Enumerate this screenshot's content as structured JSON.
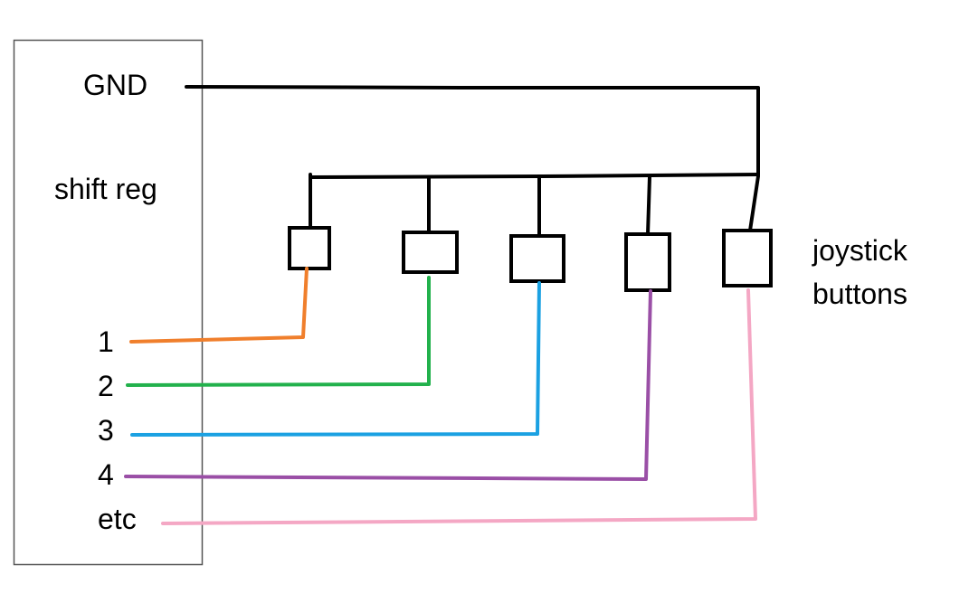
{
  "shift_register": {
    "gnd_label": "GND",
    "title": "shift reg",
    "pins": [
      "1",
      "2",
      "3",
      "4",
      "etc"
    ]
  },
  "joystick": {
    "label_line1": "joystick",
    "label_line2": "buttons",
    "button_count": 5
  },
  "colors": {
    "outline": "#555555",
    "ground_wire": "#000000",
    "pin_wires": [
      "#f07f2c",
      "#22b14c",
      "#1ba1e2",
      "#9a4fa6",
      "#f4a7c4"
    ]
  }
}
